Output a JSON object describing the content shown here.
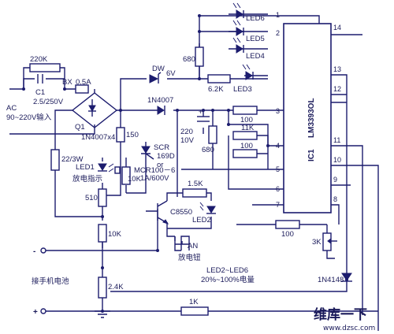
{
  "ac_input": {
    "line1": "AC",
    "line2": "90~220V输入"
  },
  "r_220k": "220K",
  "c1": {
    "name": "C1",
    "value": "2.5/250V"
  },
  "fuse": {
    "name": "BX",
    "value": "0.5A"
  },
  "bridge": {
    "name": "Q1",
    "value": "1N4007x4"
  },
  "dw": {
    "name": "DW",
    "value": "6V"
  },
  "r_680_top": "680",
  "r_6_2k": "6.2K",
  "d_1n4007": "1N4007",
  "r_150": "150",
  "c_220": {
    "value": "220",
    "voltage": "10V"
  },
  "r_680_mid": "680",
  "r_100_a": "100",
  "r_11k": "11K",
  "r_100_b": "100",
  "scr": {
    "name": "SCR",
    "part": "169D",
    "or": "or",
    "alt": "MCR100－6",
    "rating": "1A/600V"
  },
  "r_22_3w": "22/3W",
  "led1": {
    "name": "LED1",
    "desc": "放电指示"
  },
  "r_10k_a": "10K",
  "r_510": "510",
  "r_1_5k": "1.5K",
  "q_c8550": "C8550",
  "led2": "LED2",
  "r_10k_b": "10K",
  "an_button": {
    "name": "AN",
    "desc": "放电钮"
  },
  "battery_label": "接手机电池",
  "r_2_4k": "2.4K",
  "leds_range": {
    "title": "LED2~LED6",
    "desc": "20%~100%电量"
  },
  "r_1k": "1K",
  "r_100_c": "100",
  "r_3k": "3K",
  "d_1n4148": "1N4148",
  "leds": [
    "LED6",
    "LED5",
    "LED4",
    "LED3"
  ],
  "ic": {
    "name": "IC1",
    "part": "LM3393OL"
  },
  "ic_pins_left": [
    "1",
    "2",
    "3",
    "4",
    "5",
    "6",
    "7"
  ],
  "ic_pins_right": [
    "14",
    "13",
    "12",
    "11",
    "10",
    "9",
    "8"
  ],
  "terminal_minus": "-",
  "terminal_plus": "+",
  "watermark": {
    "brand": "维库一下",
    "url": "www.dzsc.com"
  },
  "colors": {
    "ink": "#1c1c6e",
    "watermark": "#e04a1a"
  }
}
